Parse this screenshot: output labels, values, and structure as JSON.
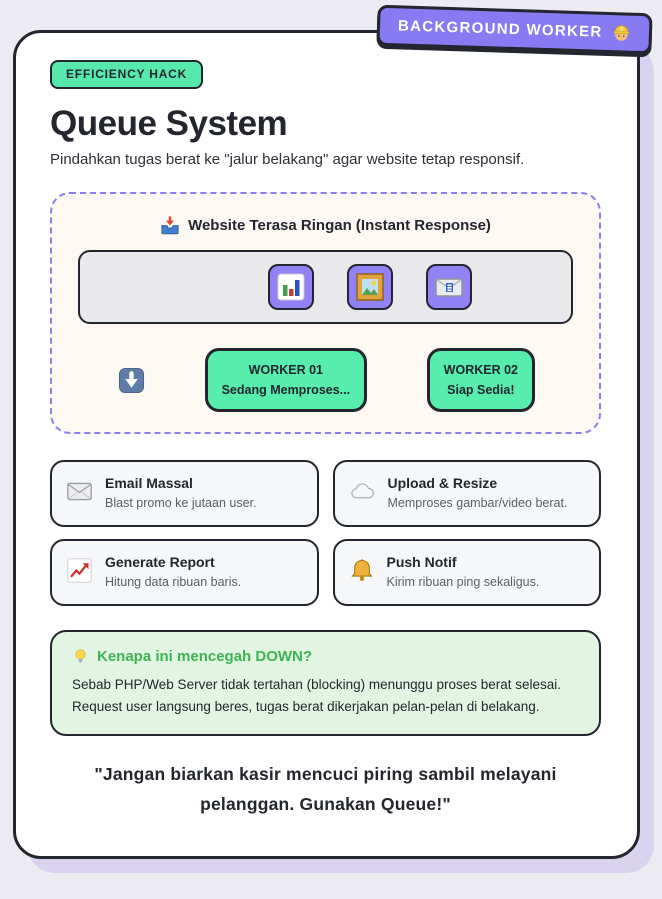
{
  "colors": {
    "page_bg": "#edebf2",
    "card_bg": "#ffffff",
    "ink": "#23262e",
    "accent_purple": "#877af2",
    "accent_mint": "#57edac",
    "panel_cream": "#fdf8f1",
    "dashed_border": "#8a7ef2",
    "track_gray": "#e9e9eb",
    "tile_purple": "#9181f4",
    "task_card_bg": "#f6f7f9",
    "info_bg": "#e2f5e2",
    "info_green": "#3bb551",
    "shadow_lavender": "#d9d3ef"
  },
  "top_badge": {
    "label": "BACKGROUND WORKER",
    "icon": "construction-worker-icon"
  },
  "header": {
    "tag": "EFFICIENCY HACK",
    "title": "Queue System",
    "subtitle": "Pindahkan tugas berat ke \"jalur belakang\" agar website tetap responsif."
  },
  "flow_panel": {
    "title": "Website Terasa Ringan (Instant Response)",
    "title_icon": "inbox-tray-icon",
    "queue_icons": [
      "bar-chart-icon",
      "framed-picture-icon",
      "email-icon"
    ],
    "arrow_icon": "down-arrow-icon",
    "workers": [
      {
        "name": "WORKER 01",
        "status": "Sedang Memproses..."
      },
      {
        "name": "WORKER 02",
        "status": "Siap Sedia!"
      }
    ]
  },
  "task_cards": [
    {
      "icon": "envelope-icon",
      "title": "Email Massal",
      "desc": "Blast promo ke jutaan user."
    },
    {
      "icon": "cloud-icon",
      "title": "Upload & Resize",
      "desc": "Memproses gambar/video berat."
    },
    {
      "icon": "chart-up-icon",
      "title": "Generate Report",
      "desc": "Hitung data ribuan baris."
    },
    {
      "icon": "bell-icon",
      "title": "Push Notif",
      "desc": "Kirim ribuan ping sekaligus."
    }
  ],
  "info_box": {
    "icon": "light-bulb-icon",
    "title": "Kenapa ini mencegah DOWN?",
    "body": "Sebab PHP/Web Server tidak tertahan (blocking) menunggu proses berat selesai. Request user langsung beres, tugas berat dikerjakan pelan-pelan di belakang."
  },
  "quote": "\"Jangan biarkan kasir mencuci piring sambil melayani pelanggan. Gunakan Queue!\""
}
